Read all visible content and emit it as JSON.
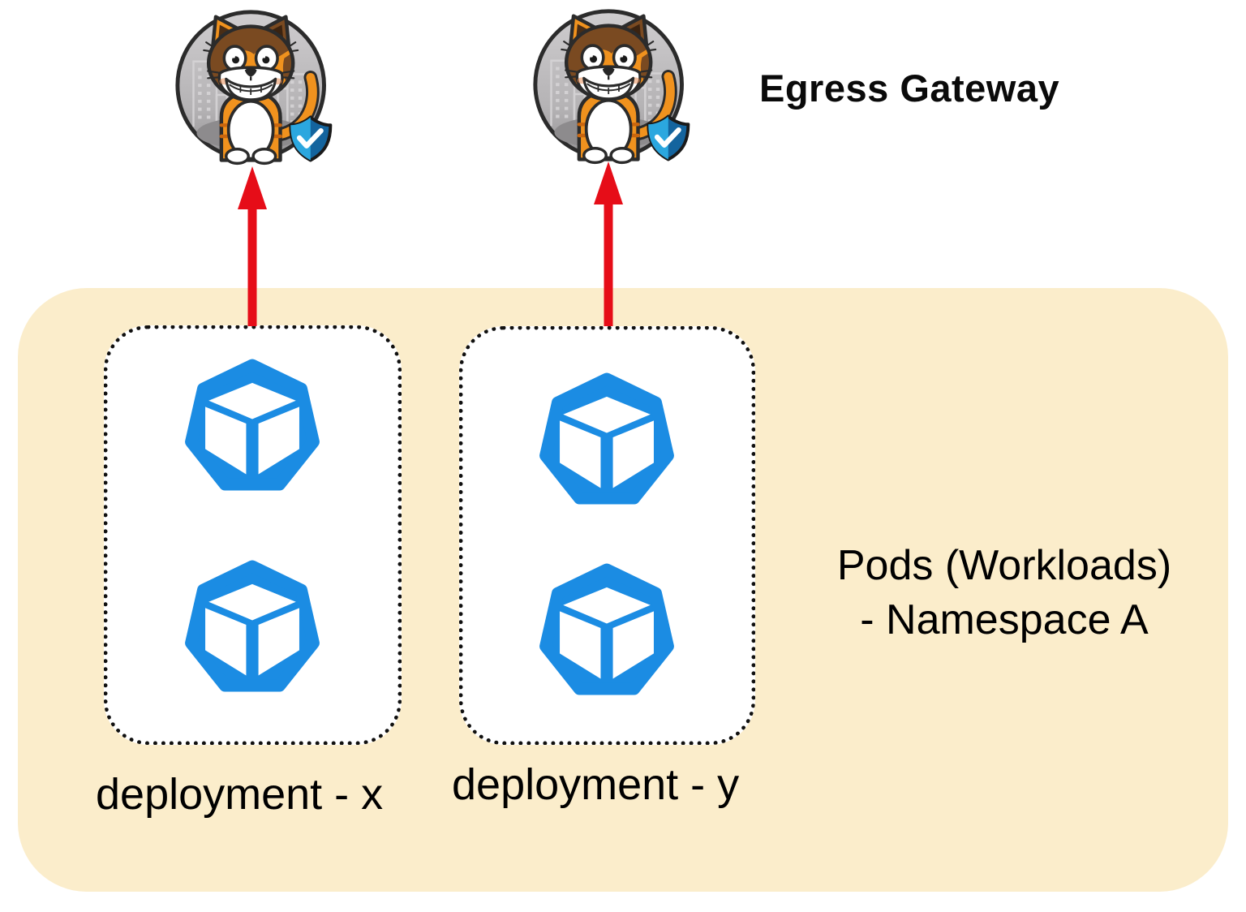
{
  "diagram": {
    "egress_gateway": {
      "label": "Egress Gateway",
      "count": 2
    },
    "namespace": {
      "label_line1": "Pods (Workloads)",
      "label_line2": "- Namespace A"
    },
    "deployments": [
      {
        "label": "deployment - x",
        "pod_count": 2
      },
      {
        "label": "deployment - y",
        "pod_count": 2
      }
    ],
    "connections": [
      {
        "from": "deployment - x",
        "to": "Egress Gateway",
        "style": "red-arrow-up"
      },
      {
        "from": "deployment - y",
        "to": "Egress Gateway",
        "style": "red-arrow-up"
      }
    ]
  },
  "icons": {
    "pod": "kubernetes-pod-icon",
    "gateway": "egress-cat-mascot-icon",
    "badge": "blue-shield-check-icon"
  },
  "colors": {
    "namespace_bg": "#FBEDCB",
    "pod_blue": "#1B8CE3",
    "arrow_red": "#E60D18",
    "text": "#000000",
    "dotted_border": "#101010",
    "shield_light_blue": "#2BA7DF",
    "shield_dark_blue": "#14649E"
  }
}
